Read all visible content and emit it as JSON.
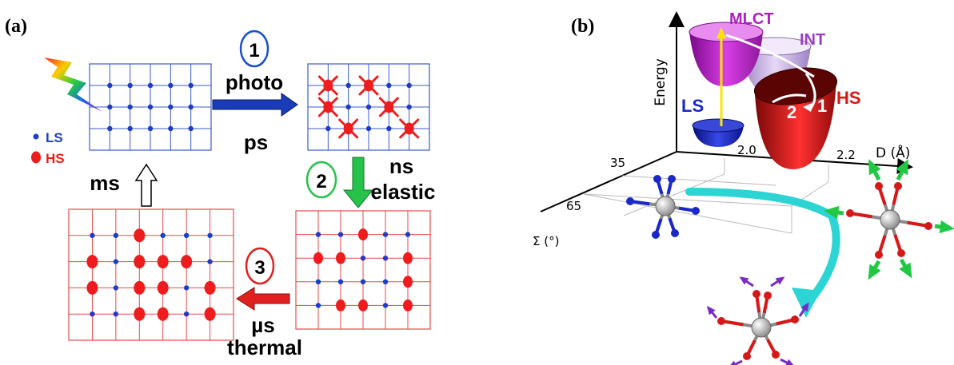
{
  "panel_a": {
    "label": "(a)",
    "legend": {
      "ls": "LS",
      "hs": "HS"
    },
    "steps": {
      "one": {
        "number": "1",
        "line1": "photo",
        "line2": "ps"
      },
      "two": {
        "number": "2",
        "line1": "ns",
        "line2": "elastic"
      },
      "three": {
        "number": "3",
        "line1": "µs",
        "line2": "thermal"
      },
      "back": {
        "line1": "ms"
      }
    },
    "colors": {
      "ls": "#1e3cc8",
      "hs": "#ee1c1c",
      "step1": "#1a4fd0",
      "step2": "#27c24c",
      "step3": "#e02020"
    }
  },
  "panel_b": {
    "label": "(b)",
    "states": {
      "mlct": "MLCT",
      "int": "INT",
      "ls": "LS",
      "hs": "HS"
    },
    "path_numbers": {
      "one": "1",
      "two": "2"
    },
    "axes": {
      "energy": "Energy",
      "d": "D (Å)",
      "sigma": "Σ (°)",
      "d_ticks": [
        "2.0",
        "2.2"
      ],
      "sigma_ticks": [
        "35",
        "65"
      ]
    },
    "colors": {
      "mlct": "#b21ec0",
      "int": "#c8a8e8",
      "ls": "#1a28c8",
      "hs": "#d81818",
      "arrow": "#2cd4d4"
    }
  }
}
